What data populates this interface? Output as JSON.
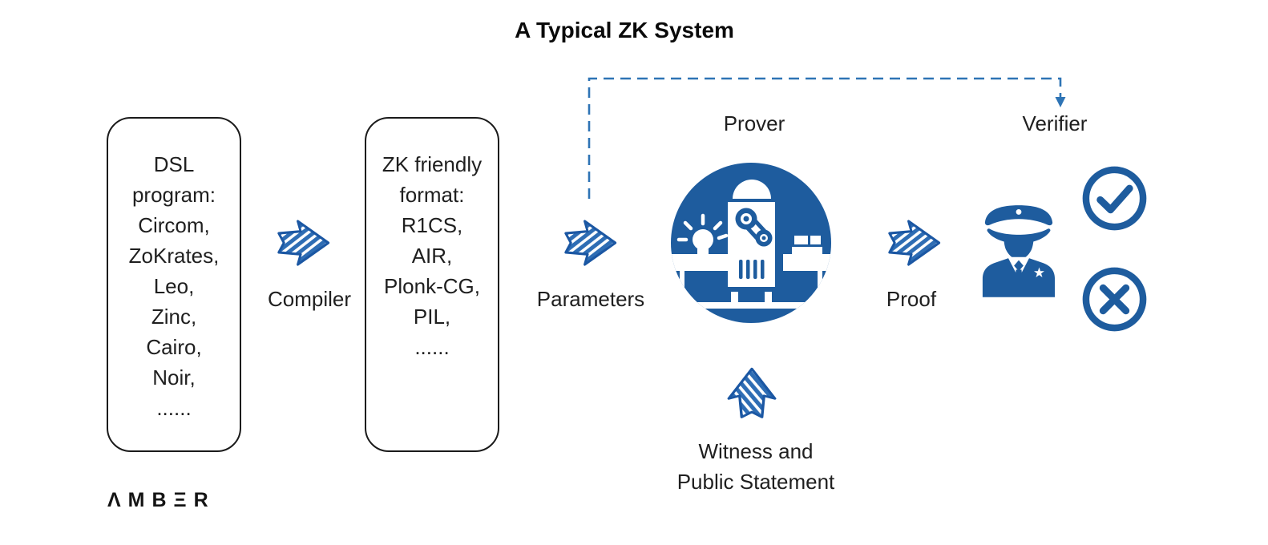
{
  "title": "A Typical ZK System",
  "colors": {
    "icon_blue": "#1E5C9E",
    "stripe_blue": "#2E6DB4",
    "arrow_outline": "#1B57A3",
    "connector_blue": "#2E74B5",
    "text_dark": "#1F1F1F"
  },
  "dsl_box": {
    "lines": [
      "DSL",
      "program:",
      "Circom,",
      "ZoKrates,",
      "Leo,",
      "Zinc,",
      "Cairo,",
      "Noir,",
      "......"
    ]
  },
  "format_box": {
    "lines": [
      "ZK friendly",
      "format:",
      "R1CS,",
      "AIR,",
      "Plonk-CG,",
      "PIL,",
      "......"
    ]
  },
  "steps": {
    "compiler": "Compiler",
    "parameters": "Parameters",
    "proof": "Proof"
  },
  "nodes": {
    "prover": "Prover",
    "verifier": "Verifier"
  },
  "witness": {
    "line1": "Witness and",
    "line2": "Public Statement"
  },
  "brand": {
    "name": "AMBER",
    "display": "ΛMBΞR"
  }
}
